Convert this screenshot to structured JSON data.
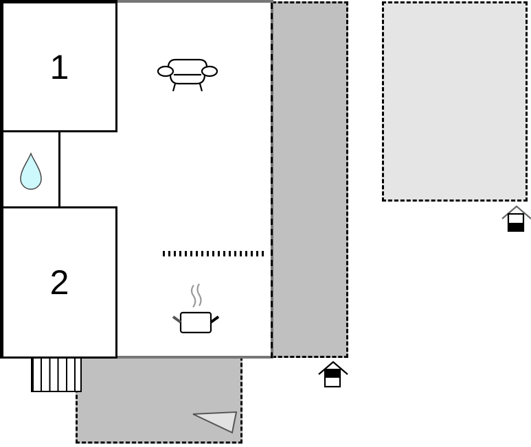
{
  "plan": {
    "rooms": [
      {
        "id": "bedroom-1",
        "label": "1"
      },
      {
        "id": "bathroom",
        "label": ""
      },
      {
        "id": "bedroom-2",
        "label": "2"
      }
    ],
    "icons": {
      "bathroom": "water-drop-icon",
      "living": "sofa-icon",
      "kitchen": "cooking-pot-icon",
      "entrance": "house-entrance-icon"
    },
    "areas": [
      "main-house",
      "covered-terrace-right",
      "covered-terrace-bottom",
      "garden-plot",
      "stairs"
    ],
    "colors": {
      "wall": "#000000",
      "outer_wall": "#777777",
      "terrace": "#c0c0c0",
      "garden": "#e5e5e5",
      "water_drop": "#cdf8fc",
      "background": "#ffffff"
    }
  }
}
